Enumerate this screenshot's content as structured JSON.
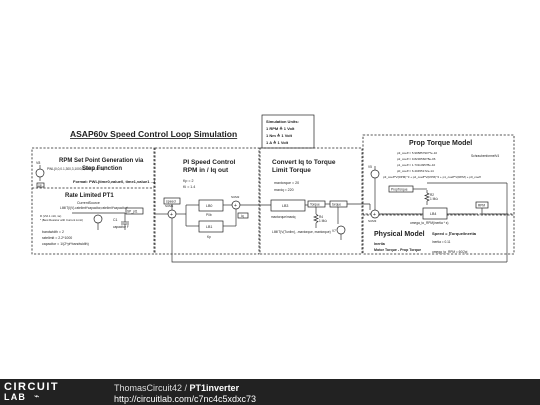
{
  "main_title": "ASAP60v Speed Control Loop Simulation",
  "sim_units": {
    "heading": "Simulation Units:",
    "lines": [
      "1 RPM ≙ 1 Volt",
      "1 Nm ≙ 1 Volt",
      "1 A ≙ 1 Volt"
    ]
  },
  "setpoint": {
    "title": [
      "RPM Set Point Generation via",
      "Step Function"
    ],
    "pwl": "PWL(0,0,0.1,300,3,1000,5,1600,8,1600)",
    "format": "Format: PWL(time0,value0, time1,value1 ...)",
    "src_label": "V8",
    "gnd_label": "SP"
  },
  "rate_limited": {
    "title": "Rate Limited PT1",
    "current_src": "CurrentSource",
    "limit_expr": "LIMIT(I(V)-ratelimit*capacitor,ratelimit*capacitor)",
    "small_1": "R (VIA 1 mΩ, 1e)",
    "small_2": "* (Best Resistor with Current Limit)",
    "cap_name": "C1",
    "cap_label": "capacitor F",
    "sp_label": "SP_pt1",
    "params": [
      "bandwidth = 2",
      "ratelimit = 2.2*1000",
      "capacitor = 1/(2*pi*bandwidth)"
    ]
  },
  "pi": {
    "title": [
      "PI Speed Control",
      "RPM in / Iq out"
    ],
    "params": [
      "Kp = 2",
      "Ki = 1.4"
    ],
    "blocks": {
      "lb0": "LB0",
      "lb0_sub": "P0b",
      "lb1": "LB1",
      "lb1_sub": "Kp"
    },
    "labels": {
      "sum1": "SUM1",
      "sum2": "SUM2",
      "speed": "speed",
      "rpm": "RPM",
      "iq": "iq"
    }
  },
  "iq": {
    "title": [
      "Convert Iq to Torque",
      "Limit Torque"
    ],
    "params": [
      "maxtorque = 20",
      "maxiq = 220"
    ],
    "block": "LB3",
    "block_sub": "maxtorque/maxiq",
    "torque_in": "Torque",
    "torque_out": "torque",
    "limit_expr": "LIMIT(V(Tunlim), -maxtorque, maxtorque)",
    "r_name": "R4",
    "r_val": "1 MΩ",
    "v_name": "V7"
  },
  "prop": {
    "title": "Prop Torque Model",
    "coeffs": [
      "p3_coeff = 5.99585790??e-10",
      "p2_coeff = 9.8230560?8e-06",
      "p1_coeff = 1.7311495?8e-10",
      "p0_coeff = 6.40455172e-14"
    ],
    "note": "SchraubenformelV4",
    "expr": "p3_coeff*V(RPM)^3 + p2_coeff*V(RPM)^2 + p1_coeff*V(RPM) + p0_coeff",
    "src_label": "V5",
    "prop_label": "PropTorque",
    "r_name": "R2",
    "r_val": "1 MΩ"
  },
  "physical": {
    "title": "Physical Model",
    "rel": "Speed = ∫Torque/Inertia",
    "inertia_param": "Inertia = 0.11",
    "labels": [
      "Inertia",
      "Motor Torque - Prop Torque"
    ],
    "sum": "SUM3",
    "block": "LB4",
    "block_sub": "omega_to_RPM(inertia * s)",
    "rpm": "RPM",
    "omega": "omega_to_RPM = 60/2pi"
  },
  "footer": {
    "logo_top": "CIRCUIT",
    "logo_bottom": "LAB",
    "author": "ThomasCircuit42",
    "separator": " / ",
    "title": "PT1inverter",
    "url": "http://circuitlab.com/c7nc4c5xdxc73"
  }
}
